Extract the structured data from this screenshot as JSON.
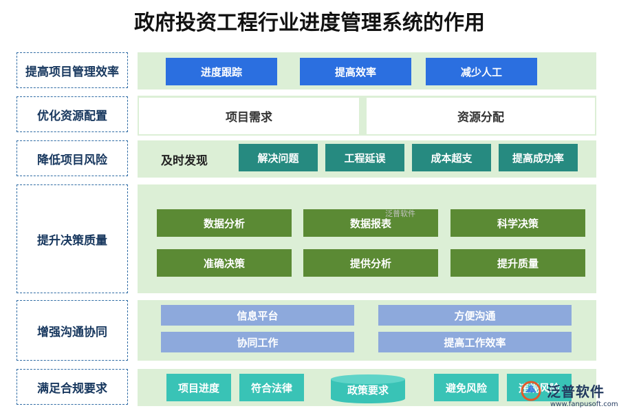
{
  "title": "政府投资工程行业进度管理系统的作用",
  "rows": [
    {
      "label": "提高项目管理效率",
      "items": [
        "进度跟踪",
        "提高效率",
        "减少人工"
      ]
    },
    {
      "label": "优化资源配置",
      "items": [
        "项目需求",
        "资源分配"
      ]
    },
    {
      "label": "降低项目风险",
      "lead": "及时发现",
      "items": [
        "解决问题",
        "工程延误",
        "成本超支",
        "提高成功率"
      ]
    },
    {
      "label": "提升决策质量",
      "items": [
        "数据分析",
        "数据报表",
        "科学决策",
        "准确决策",
        "提供分析",
        "提升质量"
      ]
    },
    {
      "label": "增强沟通协同",
      "items": [
        "信息平台",
        "方便沟通",
        "协同工作",
        "提高工作效率"
      ]
    },
    {
      "label": "满足合规要求",
      "items": [
        "项目进度",
        "符合法律",
        "政策要求",
        "避免风险",
        "违规风险"
      ]
    }
  ],
  "watermark": "泛普软件",
  "logo": {
    "name": "泛普软件",
    "url": "www.fanpusoft.com"
  },
  "colors": {
    "blue": "#2b6fe0",
    "teal": "#268a80",
    "green": "#5b8a34",
    "lavender": "#8da9dc",
    "aqua": "#39c3b6",
    "row_bg": "#dcefd6"
  }
}
